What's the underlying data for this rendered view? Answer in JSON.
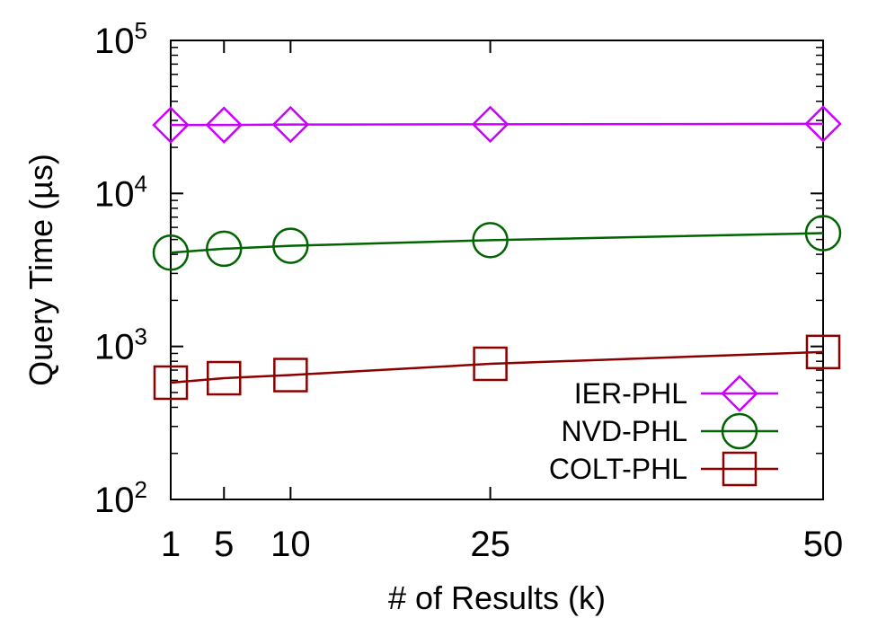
{
  "chart_data": {
    "type": "line",
    "x": [
      1,
      5,
      10,
      25,
      50
    ],
    "xticks": [
      "1",
      "5",
      "10",
      "25",
      "50"
    ],
    "xlabel": "# of Results (k)",
    "ylabel": "Query Time (µs)",
    "yscale": "log",
    "ylim": [
      100,
      100000
    ],
    "yticks": [
      {
        "base": "10",
        "exp": "2"
      },
      {
        "base": "10",
        "exp": "3"
      },
      {
        "base": "10",
        "exp": "4"
      },
      {
        "base": "10",
        "exp": "5"
      }
    ],
    "grid": false,
    "legend_position": "bottom-right",
    "series": [
      {
        "name": "IER-PHL",
        "marker": "diamond",
        "color": "#cc00ff",
        "values": [
          28000,
          28000,
          28200,
          28300,
          28500
        ]
      },
      {
        "name": "NVD-PHL",
        "marker": "circle",
        "color": "#006400",
        "values": [
          4100,
          4350,
          4550,
          4950,
          5500
        ]
      },
      {
        "name": "COLT-PHL",
        "marker": "square",
        "color": "#8b0000",
        "values": [
          580,
          620,
          650,
          770,
          920
        ]
      }
    ]
  }
}
